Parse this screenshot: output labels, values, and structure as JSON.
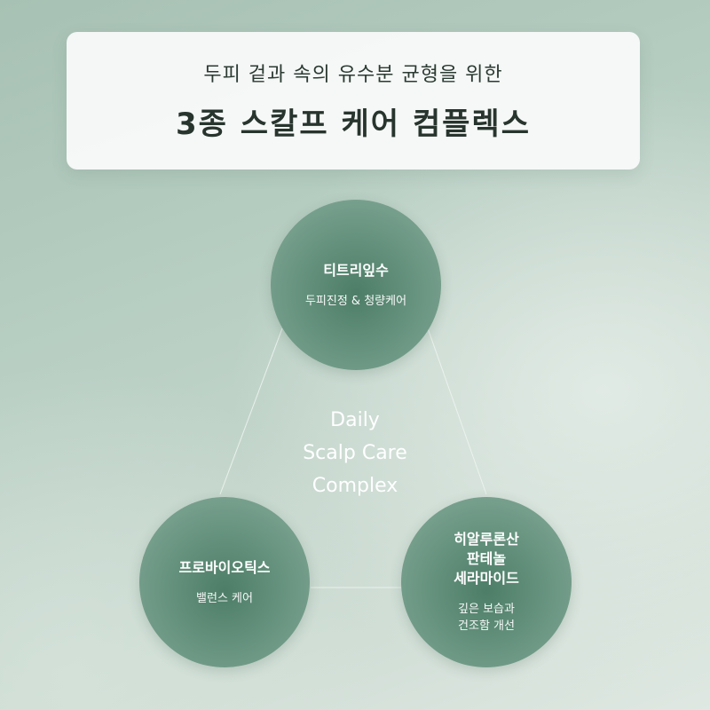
{
  "headline": {
    "subtitle": "두피 겉과 속의 유수분 균형을 위한",
    "title": "3종 스칼프 케어 컴플렉스"
  },
  "center_label": [
    "Daily",
    "Scalp Care",
    "Complex"
  ],
  "ingredients": [
    {
      "name_lines": [
        "티트리잎수"
      ],
      "desc_lines": [
        "두피진정 & 청량케어"
      ]
    },
    {
      "name_lines": [
        "프로바이오틱스"
      ],
      "desc_lines": [
        "밸런스 케어"
      ]
    },
    {
      "name_lines": [
        "히알루론산",
        "판테놀",
        "세라마이드"
      ],
      "desc_lines": [
        "깊은 보습과",
        "건조함 개선"
      ]
    }
  ],
  "colors": {
    "circle": "#5e8a75",
    "headline_text": "#28342e",
    "connector": "#e6efe9"
  }
}
